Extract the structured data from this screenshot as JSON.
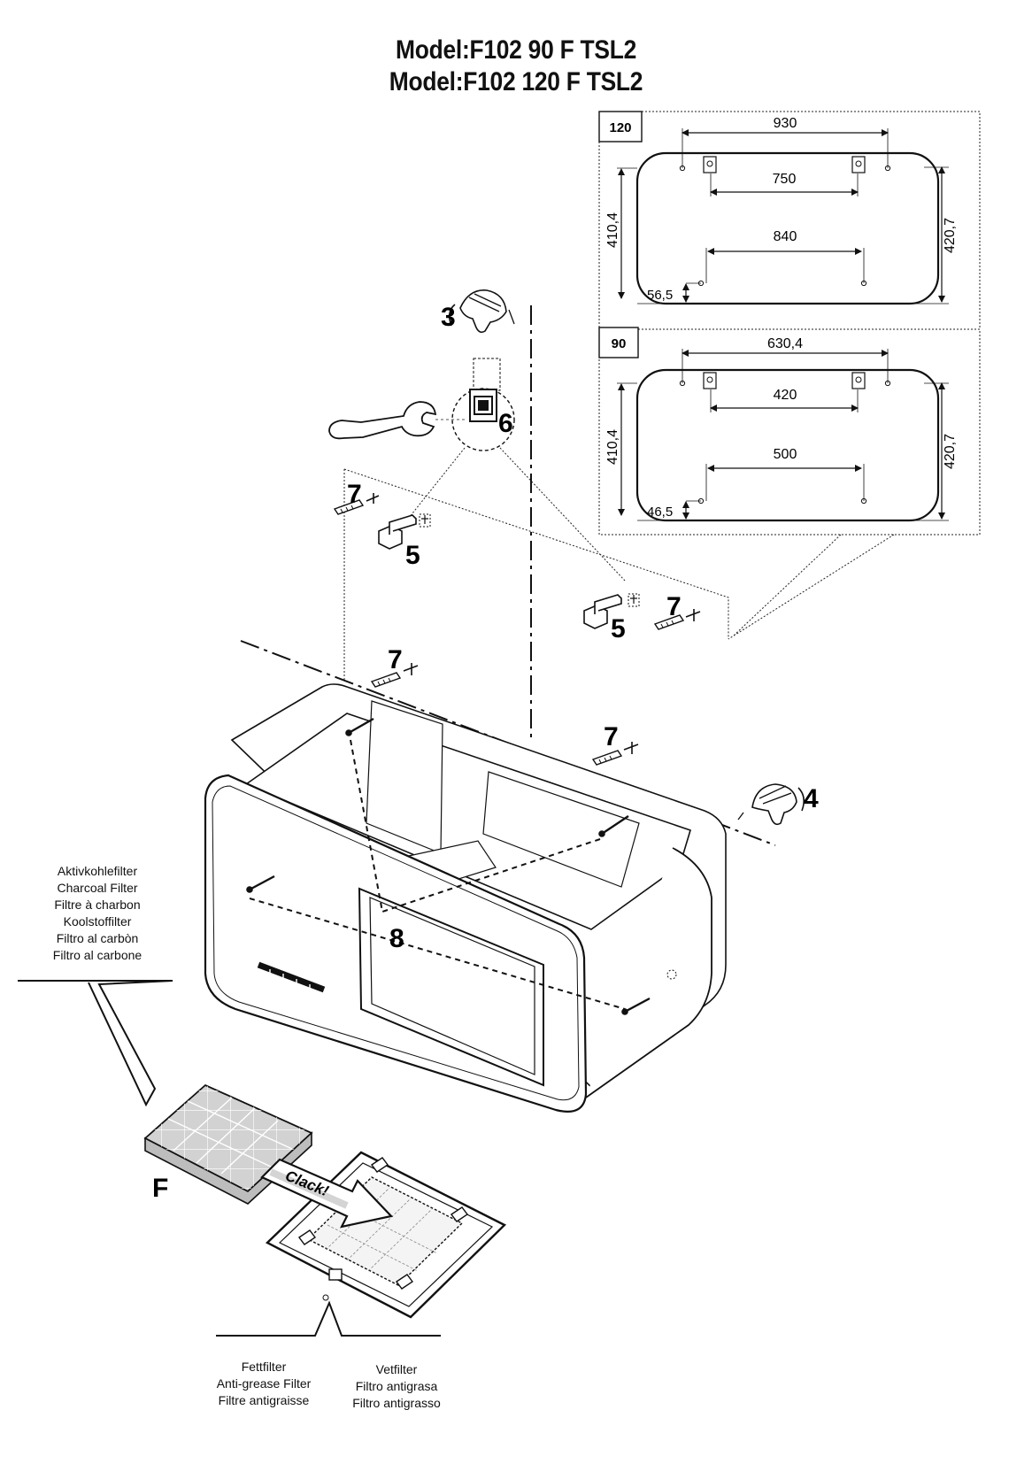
{
  "titles": [
    "Model:F102 90 F TSL2",
    "Model:F102 120 F TSL2"
  ],
  "panel_120": {
    "tag": "120",
    "dim_top": "930",
    "dim_upper": "750",
    "dim_middle": "840",
    "dim_left": "410,4",
    "dim_right": "420,7",
    "dim_bottom": "56,5"
  },
  "panel_90": {
    "tag": "90",
    "dim_top": "630,4",
    "dim_upper": "420",
    "dim_middle": "500",
    "dim_left": "410,4",
    "dim_right": "420,7",
    "dim_bottom": "46,5"
  },
  "callouts": {
    "step3": "3",
    "step4": "4",
    "step5a": "5",
    "step5b": "5",
    "step6": "6",
    "step7a": "7",
    "step7b": "7",
    "step7c": "7",
    "step7d": "7",
    "step8": "8",
    "filter_f": "F",
    "clack": "Clack!"
  },
  "charcoal_filter_labels": [
    "Aktivkohlefilter",
    "Charcoal  Filter",
    "Filtre à charbon",
    "Koolstoffilter",
    "Filtro  al  carbòn",
    "Filtro al carbone"
  ],
  "grease_filter_labels_left": [
    "Fettfilter",
    "Anti-grease  Filter",
    "Filtre  antigraisse"
  ],
  "grease_filter_labels_right": [
    "Vetfilter",
    "Filtro  antigrasa",
    "Filtro  antigrasso"
  ]
}
